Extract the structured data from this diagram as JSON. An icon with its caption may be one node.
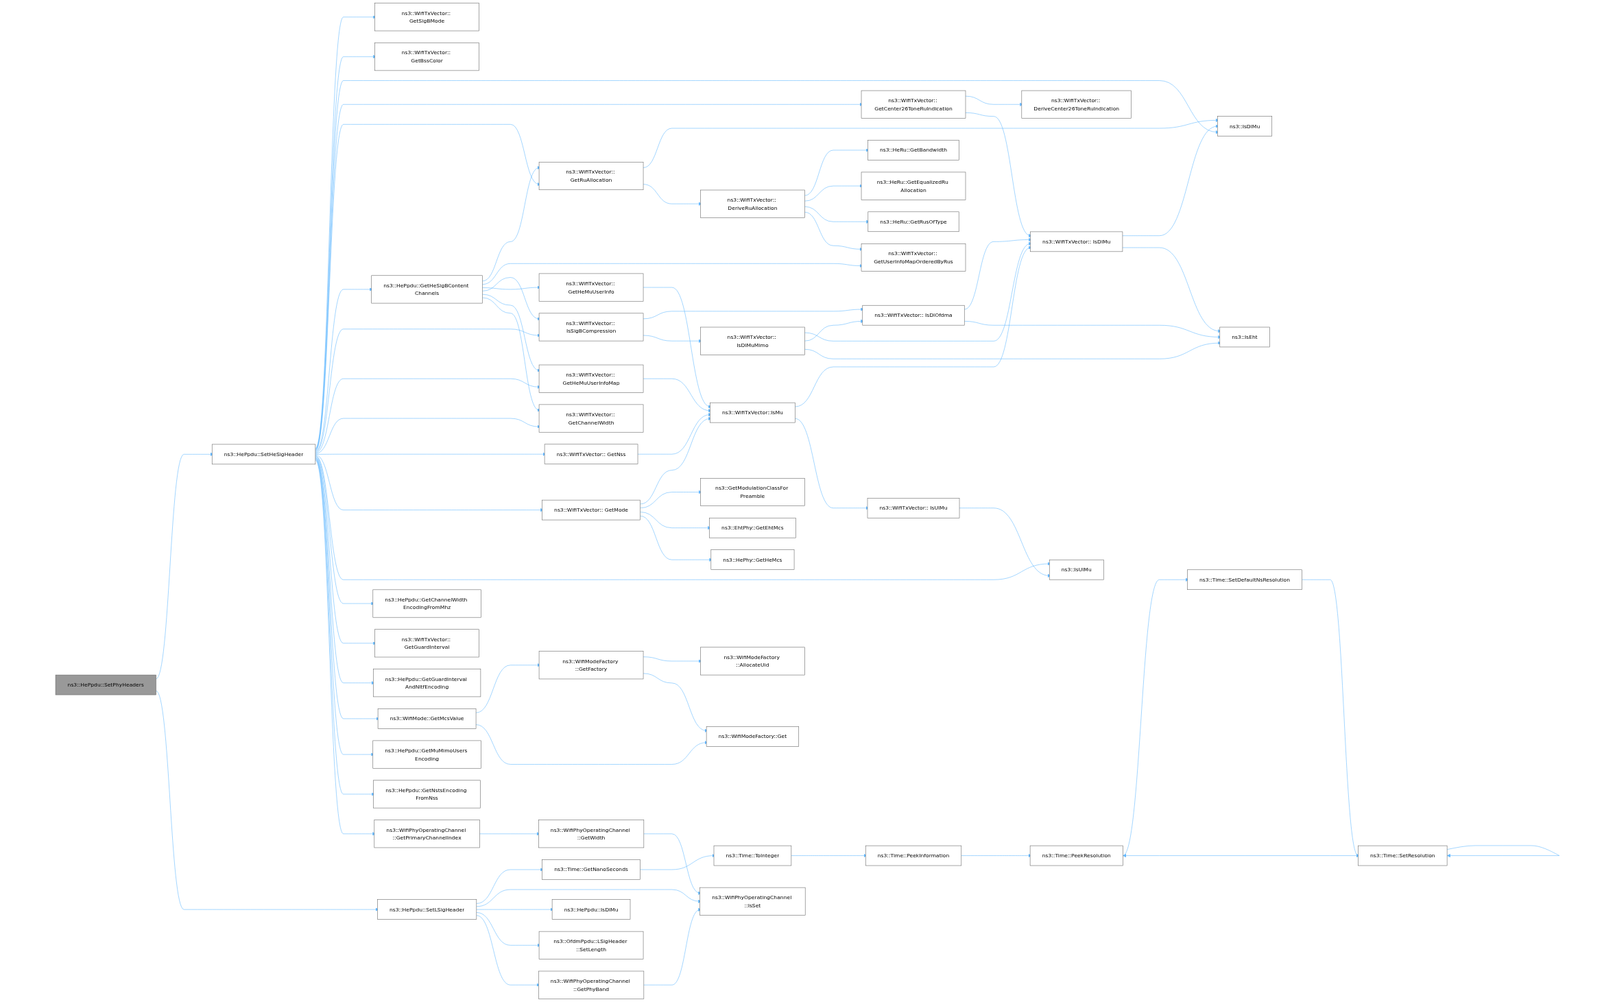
{
  "diagram": {
    "nodes": [
      {
        "text": [
          "ns3::HePpdu::SetPhyHeaders"
        ]
      },
      {
        "text": [
          "ns3::HePpdu::SetHeSigHeader"
        ]
      },
      {
        "text": [
          "ns3::WifiTxVector:: GetSigBMode"
        ]
      },
      {
        "text": [
          "ns3::WifiTxVector:: GetBssColor"
        ]
      },
      {
        "text": [
          "ns3::IsDlMu"
        ]
      },
      {
        "text": [
          "ns3::WifiTxVector:: GetCenter26ToneRuIndication"
        ]
      },
      {
        "text": [
          "ns3::WifiTxVector:: DeriveCenter26ToneRuIndication"
        ]
      },
      {
        "text": [
          "ns3::WifiTxVector:: IsDlMu"
        ]
      },
      {
        "text": [
          "ns3::WifiTxVector:: GetRuAllocation"
        ]
      },
      {
        "text": [
          "ns3::WifiTxVector:: DeriveRuAllocation"
        ]
      },
      {
        "text": [
          "ns3::HeRu::GetBandwidth"
        ]
      },
      {
        "text": [
          "ns3::HeRu::GetEqualizedRu Allocation"
        ]
      },
      {
        "text": [
          "ns3::HeRu::GetRusOfType"
        ]
      },
      {
        "text": [
          "ns3::WifiTxVector:: GetUserInfoMapOrderedByRus"
        ]
      },
      {
        "text": [
          "ns3::HePpdu::GetHeSigBContent Channels"
        ]
      },
      {
        "text": [
          "ns3::WifiTxVector:: IsSigBCompression"
        ]
      },
      {
        "text": [
          "ns3::WifiTxVector:: GetHeMuUserInfo"
        ]
      },
      {
        "text": [
          "ns3::WifiTxVector:: GetHeMuUserInfoMap"
        ]
      },
      {
        "text": [
          "ns3::WifiTxVector:: GetChannelWidth"
        ]
      },
      {
        "text": [
          "ns3::WifiTxVector:: IsDlMuMimo"
        ]
      },
      {
        "text": [
          "ns3::WifiTxVector:: IsDlOfdma"
        ]
      },
      {
        "text": [
          "ns3::IsEht"
        ]
      },
      {
        "text": [
          "ns3::WifiTxVector:: GetNss"
        ]
      },
      {
        "text": [
          "ns3::WifiTxVector::IsMu"
        ]
      },
      {
        "text": [
          "ns3::WifiTxVector:: GetMode"
        ]
      },
      {
        "text": [
          "ns3::GetModulationClassFor Preamble"
        ]
      },
      {
        "text": [
          "ns3::EhtPhy::GetEhtMcs"
        ]
      },
      {
        "text": [
          "ns3::HePhy::GetHeMcs"
        ]
      },
      {
        "text": [
          "ns3::WifiTxVector:: IsUlMu"
        ]
      },
      {
        "text": [
          "ns3::IsUlMu"
        ]
      },
      {
        "text": [
          "ns3::HePpdu::GetChannelWidth EncodingFromMhz"
        ]
      },
      {
        "text": [
          "ns3::WifiTxVector:: GetGuardInterval"
        ]
      },
      {
        "text": [
          "ns3::HePpdu::GetGuardInterval AndNltfEncoding"
        ]
      },
      {
        "text": [
          "ns3::WifiMode::GetMcsValue"
        ]
      },
      {
        "text": [
          "ns3::WifiModeFactory ::GetFactory"
        ]
      },
      {
        "text": [
          "ns3::WifiModeFactory ::AllocateUid"
        ]
      },
      {
        "text": [
          "ns3::WifiModeFactory::Get"
        ]
      },
      {
        "text": [
          "ns3::HePpdu::GetMuMimoUsers Encoding"
        ]
      },
      {
        "text": [
          "ns3::HePpdu::GetNstsEncoding FromNss"
        ]
      },
      {
        "text": [
          "ns3::WifiPhyOperatingChannel ::GetWidth"
        ]
      },
      {
        "text": [
          "ns3::WifiPhyOperatingChannel ::GetPrimaryChannelIndex"
        ]
      },
      {
        "text": [
          "ns3::Time::GetNanoSeconds"
        ]
      },
      {
        "text": [
          "ns3::Time::ToInteger"
        ]
      },
      {
        "text": [
          "ns3::Time::PeekInformation"
        ]
      },
      {
        "text": [
          "ns3::Time::PeekResolution"
        ]
      },
      {
        "text": [
          "ns3::Time::SetDefaultNsResolution"
        ]
      },
      {
        "text": [
          "ns3::Time::SetResolution"
        ]
      },
      {
        "text": [
          "ns3::HePpdu::SetLSigHeader"
        ]
      },
      {
        "text": [
          "ns3::WifiPhyOperatingChannel ::IsSet"
        ]
      },
      {
        "text": [
          "ns3::HePpdu::IsDlMu"
        ]
      },
      {
        "text": [
          "ns3::OfdmPpdu::LSigHeader ::SetLength"
        ]
      },
      {
        "text": [
          "ns3::WifiPhyOperatingChannel ::GetPhyBand"
        ]
      }
    ],
    "edges": [
      {
        "from": 0,
        "to": 1,
        "arrow": "to"
      },
      {
        "from": 0,
        "to": 47,
        "arrow": "to"
      },
      {
        "from": 1,
        "to": 2,
        "arrow": "to"
      },
      {
        "from": 1,
        "to": 3,
        "arrow": "to"
      },
      {
        "from": 1,
        "to": 4,
        "arrow": "to"
      },
      {
        "from": 1,
        "to": 5,
        "arrow": "to"
      },
      {
        "from": 1,
        "to": 8,
        "arrow": "to"
      },
      {
        "from": 1,
        "to": 14,
        "arrow": "to"
      },
      {
        "from": 1,
        "to": 15,
        "arrow": "to"
      },
      {
        "from": 1,
        "to": 17,
        "arrow": "to"
      },
      {
        "from": 1,
        "to": 18,
        "arrow": "to"
      },
      {
        "from": 1,
        "to": 22,
        "arrow": "to"
      },
      {
        "from": 1,
        "to": 24,
        "arrow": "to"
      },
      {
        "from": 1,
        "to": 29,
        "arrow": "to"
      },
      {
        "from": 1,
        "to": 30,
        "arrow": "to"
      },
      {
        "from": 1,
        "to": 31,
        "arrow": "to"
      },
      {
        "from": 1,
        "to": 32,
        "arrow": "to"
      },
      {
        "from": 1,
        "to": 33,
        "arrow": "to"
      },
      {
        "from": 1,
        "to": 37,
        "arrow": "to"
      },
      {
        "from": 1,
        "to": 38,
        "arrow": "to"
      },
      {
        "from": 1,
        "to": 40,
        "arrow": "to"
      },
      {
        "from": 5,
        "to": 6,
        "arrow": "to"
      },
      {
        "from": 5,
        "to": 7,
        "arrow": "to"
      },
      {
        "from": 8,
        "to": 4,
        "arrow": "to"
      },
      {
        "from": 8,
        "to": 9,
        "arrow": "to"
      },
      {
        "from": 9,
        "to": 10,
        "arrow": "to"
      },
      {
        "from": 9,
        "to": 11,
        "arrow": "to"
      },
      {
        "from": 9,
        "to": 12,
        "arrow": "to"
      },
      {
        "from": 9,
        "to": 13,
        "arrow": "to"
      },
      {
        "from": 14,
        "to": 8,
        "arrow": "to"
      },
      {
        "from": 14,
        "to": 13,
        "arrow": "to"
      },
      {
        "from": 14,
        "to": 15,
        "arrow": "to"
      },
      {
        "from": 14,
        "to": 16,
        "arrow": "to"
      },
      {
        "from": 14,
        "to": 17,
        "arrow": "to"
      },
      {
        "from": 14,
        "to": 18,
        "arrow": "to"
      },
      {
        "from": 15,
        "to": 20,
        "arrow": "to"
      },
      {
        "from": 15,
        "to": 19,
        "arrow": "to"
      },
      {
        "from": 16,
        "to": 23,
        "arrow": "to"
      },
      {
        "from": 17,
        "to": 23,
        "arrow": "to"
      },
      {
        "from": 19,
        "to": 20,
        "arrow": "to"
      },
      {
        "from": 19,
        "to": 7,
        "arrow": "to"
      },
      {
        "from": 19,
        "to": 21,
        "arrow": "to"
      },
      {
        "from": 20,
        "to": 7,
        "arrow": "to"
      },
      {
        "from": 20,
        "to": 21,
        "arrow": "to"
      },
      {
        "from": 7,
        "to": 4,
        "arrow": "to"
      },
      {
        "from": 7,
        "to": 21,
        "arrow": "to"
      },
      {
        "from": 22,
        "to": 23,
        "arrow": "to"
      },
      {
        "from": 24,
        "to": 23,
        "arrow": "to"
      },
      {
        "from": 24,
        "to": 25,
        "arrow": "to"
      },
      {
        "from": 24,
        "to": 26,
        "arrow": "to"
      },
      {
        "from": 24,
        "to": 27,
        "arrow": "to"
      },
      {
        "from": 23,
        "to": 7,
        "arrow": "to"
      },
      {
        "from": 23,
        "to": 28,
        "arrow": "to"
      },
      {
        "from": 28,
        "to": 29,
        "arrow": "to"
      },
      {
        "from": 33,
        "to": 34,
        "arrow": "to"
      },
      {
        "from": 33,
        "to": 36,
        "arrow": "to"
      },
      {
        "from": 34,
        "to": 35,
        "arrow": "to"
      },
      {
        "from": 34,
        "to": 36,
        "arrow": "to"
      },
      {
        "from": 40,
        "to": 39,
        "arrow": "to"
      },
      {
        "from": 39,
        "to": 48,
        "arrow": "to"
      },
      {
        "from": 47,
        "to": 41,
        "arrow": "to"
      },
      {
        "from": 47,
        "to": 48,
        "arrow": "to"
      },
      {
        "from": 47,
        "to": 49,
        "arrow": "to"
      },
      {
        "from": 47,
        "to": 50,
        "arrow": "to"
      },
      {
        "from": 47,
        "to": 51,
        "arrow": "to"
      },
      {
        "from": 41,
        "to": 42,
        "arrow": "to"
      },
      {
        "from": 42,
        "to": 43,
        "arrow": "to"
      },
      {
        "from": 43,
        "to": 44,
        "arrow": "to"
      },
      {
        "from": 44,
        "to": 45,
        "arrow": "to"
      },
      {
        "from": 45,
        "to": 46,
        "arrow": "to"
      },
      {
        "from": 46,
        "to": 44,
        "arrow": "to"
      },
      {
        "from": 46,
        "to": 46,
        "arrow": "to"
      },
      {
        "from": 51,
        "to": 48,
        "arrow": "to"
      }
    ]
  }
}
